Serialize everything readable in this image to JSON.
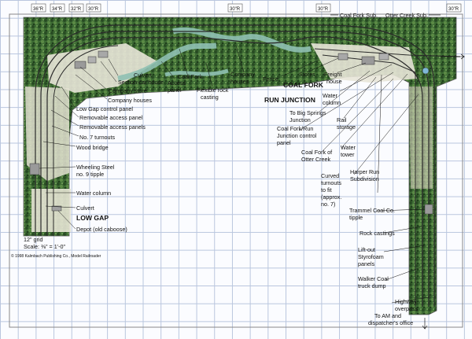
{
  "title_tags": [
    "36\"R",
    "34\"R",
    "32\"R",
    "30\"R",
    "30\"R",
    "30\"R",
    "30\"R"
  ],
  "subdivisions": {
    "coal_fork": "Coal Fork Sub.",
    "otter_creek": "Otter Creek Sub."
  },
  "labels": {
    "culvert_top": "Culvert",
    "section_car_house": "Section-car house",
    "company_store": "Company store",
    "company_houses_left": "Company houses",
    "low_gap_panel": "Low Gap control panel",
    "removable_panel": "Removable access panel",
    "removable_panels": "Removable access panels",
    "no7_turnouts": "No. 7 turnouts",
    "wood_bridge": "Wood bridge",
    "wheeling_steel_1": "Wheeling Steel",
    "wheeling_steel_2": "no. 9 tipple",
    "water_column_left": "Water column",
    "culvert_left": "Culvert",
    "low_gap": "LOW GAP",
    "depot": "Depot (old caboose)",
    "grid_1": "12\" grid",
    "grid_2": "Scale: ⅜\" = 1'-0\"",
    "copyright": "© 1998 Kalmbach Publishing Co., Model Railroader",
    "access_panel_1": "Access",
    "access_panel_2": "panel",
    "coal_fork_top": "Coal Fork",
    "flexible_rock_1": "Flexible rock",
    "flexible_rock_2": "casting",
    "company_houses_mid_1": "Company",
    "company_houses_mid_2": "houses",
    "fence": "Fence",
    "stores": "Stores",
    "freight_house_1": "Freight",
    "freight_house_2": "house",
    "coal_fork_town": "COAL FORK",
    "run_junction": "RUN JUNCTION",
    "water_column_right_1": "Water",
    "water_column_right_2": "column",
    "big_springs_1": "To Big Springs",
    "big_springs_2": "Junction",
    "rail_storage_1": "Rail",
    "rail_storage_2": "storage",
    "cf_run_panel_1": "Coal Fork/Run",
    "cf_run_panel_2": "Junction control",
    "cf_run_panel_3": "panel",
    "cf_otter_1": "Coal Fork of",
    "cf_otter_2": "Otter Creek",
    "water_tower_1": "Water",
    "water_tower_2": "tower",
    "curved_turnouts_1": "Curved",
    "curved_turnouts_2": "turnouts",
    "curved_turnouts_3": "to fit",
    "curved_turnouts_4": "(approx.",
    "curved_turnouts_5": "no. 7)",
    "harper_run_1": "Harper Run",
    "harper_run_2": "Subdivision",
    "trammel_1": "Trammel Coal Co.",
    "trammel_2": "tipple",
    "rock_castings": "Rock castings",
    "liftout_1": "Lift-out",
    "liftout_2": "Styrofoam",
    "liftout_3": "panels",
    "walker_1": "Walker Coal",
    "walker_2": "truck dump",
    "highway_1": "Highway",
    "highway_2": "overpass",
    "to_am_1": "To AM and",
    "to_am_2": "dispatcher's office"
  },
  "colors": {
    "forest": "#3d6b34",
    "forest_dark": "#274a22",
    "clearing": "#e8e6d8",
    "creek": "#8fc0b2",
    "track": "#2a2a2a",
    "wall": "#888888",
    "grid": "#b9c6de"
  }
}
